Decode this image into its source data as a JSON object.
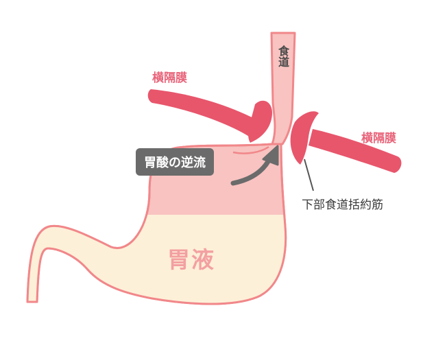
{
  "labels": {
    "esophagus": "食道",
    "diaphragm_left": "横隔膜",
    "diaphragm_right": "横隔膜",
    "acid_reflux": "胃酸の逆流",
    "sphincter": "下部食道括約筋",
    "gastric_juice": "胃液"
  },
  "colors": {
    "outline": "#f1878a",
    "stomach_wall": "#f8c3c1",
    "gastric_juice_fill": "#fdf0d8",
    "diaphragm": "#e8566c",
    "arrow": "#6b6b6b",
    "label_pink": "#e8647a"
  },
  "icons": {
    "reflux_arrow": "curved-up-arrow-icon"
  }
}
